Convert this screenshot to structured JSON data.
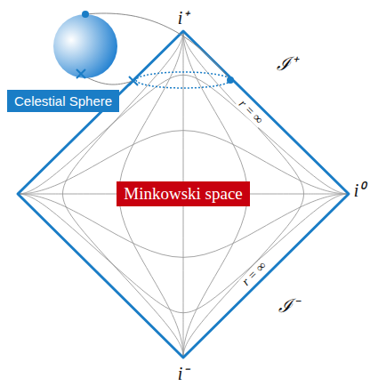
{
  "diagram": {
    "nodes": [
      {
        "text": [
          "Minkowski space"
        ]
      },
      {
        "text": [
          "Celestial Sphere"
        ]
      }
    ],
    "labels": [
      "i⁺",
      "i⁰",
      "i⁻",
      "ℐ⁺",
      "ℐ⁻",
      "r = ∞",
      "r = ∞"
    ]
  }
}
